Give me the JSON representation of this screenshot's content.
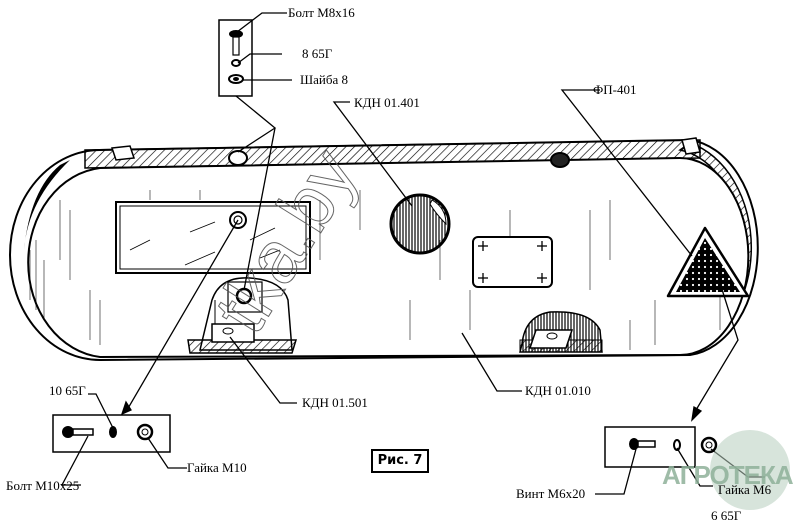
{
  "figure": {
    "caption": "Рис. 7"
  },
  "labels": {
    "bolt_m8x16": "Болт М8х16",
    "washer_spring_8": "8 65Г",
    "washer_8": "Шайба 8",
    "kdn_01_401": "КДН 01.401",
    "fp_401": "ФП-401",
    "washer_spring_10": "10 65Г",
    "bolt_m10x25": "Болт М10х25",
    "nut_m10": "Гайка М10",
    "kdn_01_501": "КДН 01.501",
    "kdn_01_010": "КДН 01.010",
    "screw_m6x20": "Винт М6х20",
    "nut_m6": "Гайка М6",
    "washer_spring_6": "6 65Г"
  },
  "watermarks": {
    "diagonal": "tka.by",
    "logo": "АГРОТЕКА"
  },
  "colors": {
    "ink": "#000000",
    "watermark": "#8fb19a"
  }
}
